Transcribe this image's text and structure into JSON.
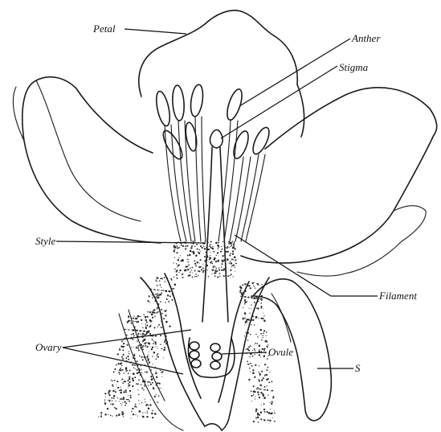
{
  "diagram": {
    "labels": {
      "petal": "Petal",
      "anther": "Anther",
      "stigma": "Stigma",
      "style": "Style",
      "filament": "Filament",
      "ovary": "Ovary",
      "ovule": "Ovule",
      "s": "S"
    },
    "colors": {
      "ink": "#1a1a1a",
      "background": "#ffffff"
    }
  }
}
